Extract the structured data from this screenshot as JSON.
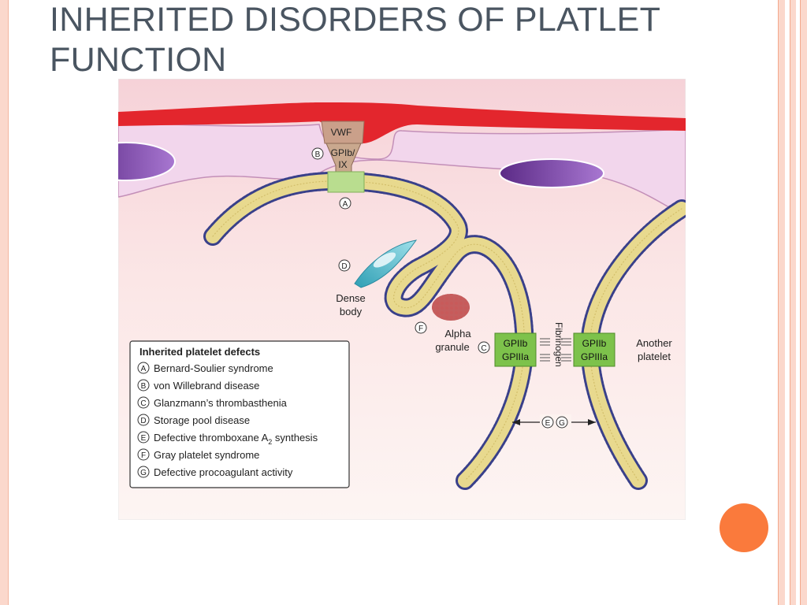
{
  "slide": {
    "title": "INHERITED DISORDERS OF PLATLET FUNCTION"
  },
  "diagram": {
    "vwf": "VWF",
    "gpib_line1": "GPIb/",
    "gpib_line2": "IX",
    "dense_line1": "Dense",
    "dense_line2": "body",
    "alpha_line1": "Alpha",
    "alpha_line2": "granule",
    "gpiib_left": "GPIIb",
    "gpiiia_left": "GPIIIa",
    "gpiib_right": "GPIIb",
    "gpiiia_right": "GPIIIa",
    "fibrinogen": "Fibrinogen",
    "another_line1": "Another",
    "another_line2": "platelet",
    "marker_a": "A",
    "marker_b": "B",
    "marker_c": "C",
    "marker_d": "D",
    "marker_e": "E",
    "marker_f": "F",
    "marker_g": "G"
  },
  "legend": {
    "title": "Inherited platelet defects",
    "items": [
      {
        "letter": "A",
        "text": "Bernard-Soulier syndrome"
      },
      {
        "letter": "B",
        "text": "von Willebrand disease"
      },
      {
        "letter": "C",
        "text": "Glanzmann’s thrombasthenia"
      },
      {
        "letter": "D",
        "text": "Storage pool disease"
      },
      {
        "letter": "E",
        "text": "Defective thromboxane A",
        "sub": "2",
        "tail": " synthesis"
      },
      {
        "letter": "F",
        "text": "Gray platelet syndrome"
      },
      {
        "letter": "G",
        "text": "Defective procoagulant activity"
      }
    ]
  },
  "colors": {
    "accent": "#fa7a3c",
    "border": "#fbd8cc",
    "title": "#4a5561",
    "vessel": "#e3262d",
    "membrane": "#e8d98e",
    "receptor": "#7dc24b"
  }
}
